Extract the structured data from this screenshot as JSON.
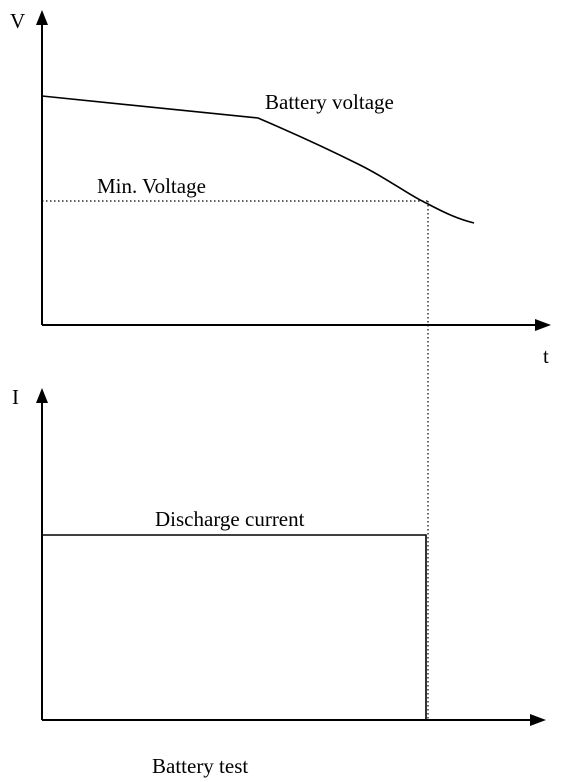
{
  "diagram": {
    "caption": "Battery test",
    "voltage_plot": {
      "y_axis_label": "V",
      "x_axis_label": "t",
      "curve_label": "Battery voltage",
      "threshold_label": "Min. Voltage"
    },
    "current_plot": {
      "y_axis_label": "I",
      "curve_label": "Discharge current"
    }
  }
}
